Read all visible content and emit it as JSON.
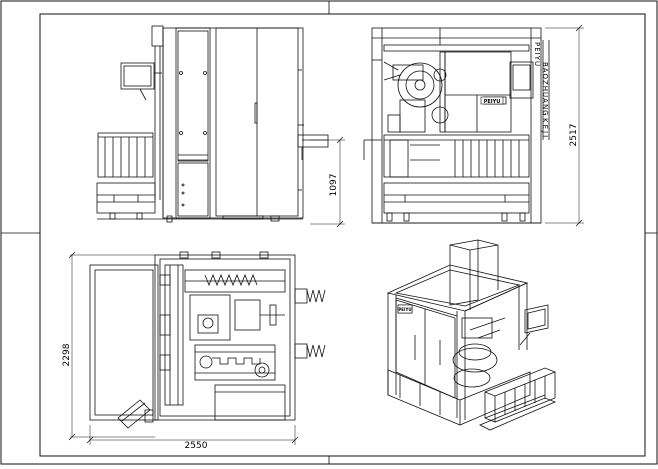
{
  "drawing": {
    "dim_height_overall": "2517",
    "dim_height_frame": "1097",
    "dim_plan_depth": "2298",
    "dim_plan_width": "2550",
    "brand_vertical_1": "PEIYU",
    "brand_vertical_2": "BAOZHUANG",
    "brand_vertical_3": "KEJI",
    "logo_text": "PEIYU"
  },
  "colors": {
    "line": "#111111",
    "background": "#ffffff"
  }
}
